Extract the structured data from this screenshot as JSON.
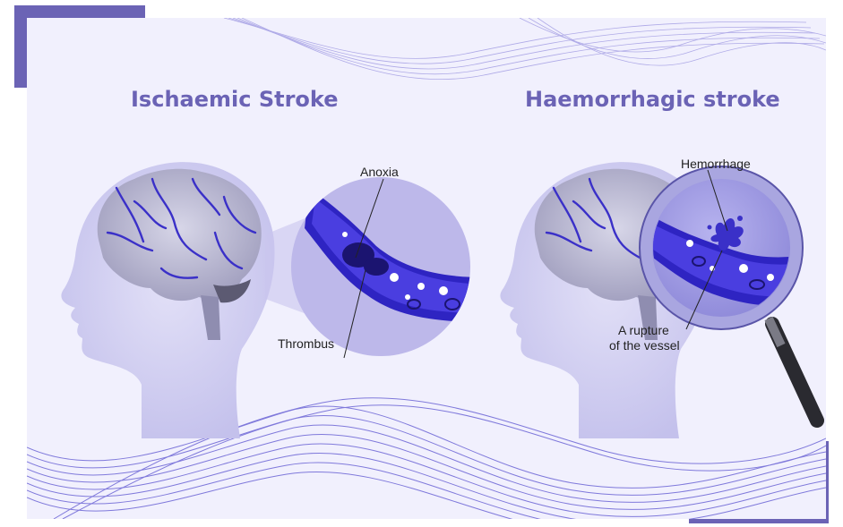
{
  "titles": {
    "left": "Ischaemic Stroke",
    "right": "Haemorrhagic stroke"
  },
  "labels": {
    "anoxia": "Anoxia",
    "thrombus": "Thrombus",
    "hemorrhage": "Hemorrhage",
    "rupture_line1": "A rupture",
    "rupture_line2": "of the vessel"
  },
  "colors": {
    "accent": "#6b63b5",
    "panel_bg": "#f1f0fd",
    "vessel": "#3a2fc4",
    "head": "#c9c7ef"
  },
  "icons": {
    "left_illustration": "head-with-brain-icon",
    "right_illustration": "head-with-brain-icon",
    "magnifier": "magnifying-glass-icon"
  }
}
